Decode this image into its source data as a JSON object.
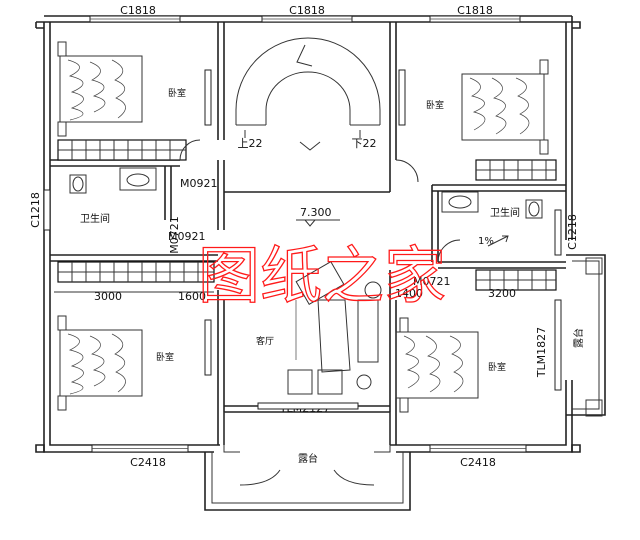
{
  "plan": {
    "windows_top": [
      "C1818",
      "C1818",
      "C1818"
    ],
    "windows_bottom": [
      "C2418",
      "C2418"
    ],
    "window_left": "C1218",
    "window_right": "C1218",
    "rooms": {
      "bedroom": "卧室",
      "bathroom": "卫生间",
      "living": "客厅",
      "balcony": "露台"
    },
    "doors": {
      "m0921_a": "M0921",
      "m0921_b": "M0921",
      "m0721_left": "M0721",
      "m0721_right": "M0721",
      "tlm2127": "TLM2127",
      "tlm1827": "TLM1827"
    },
    "stairs": {
      "left": "上22",
      "right": "下22"
    },
    "elevation": "7.300",
    "dimensions": {
      "d3000": "3000",
      "d1600": "1600",
      "d1400": "1400",
      "d3200": "3200"
    },
    "slope": "1%"
  },
  "watermark": {
    "text": "图纸之家",
    "color": "#ff1a1a"
  }
}
